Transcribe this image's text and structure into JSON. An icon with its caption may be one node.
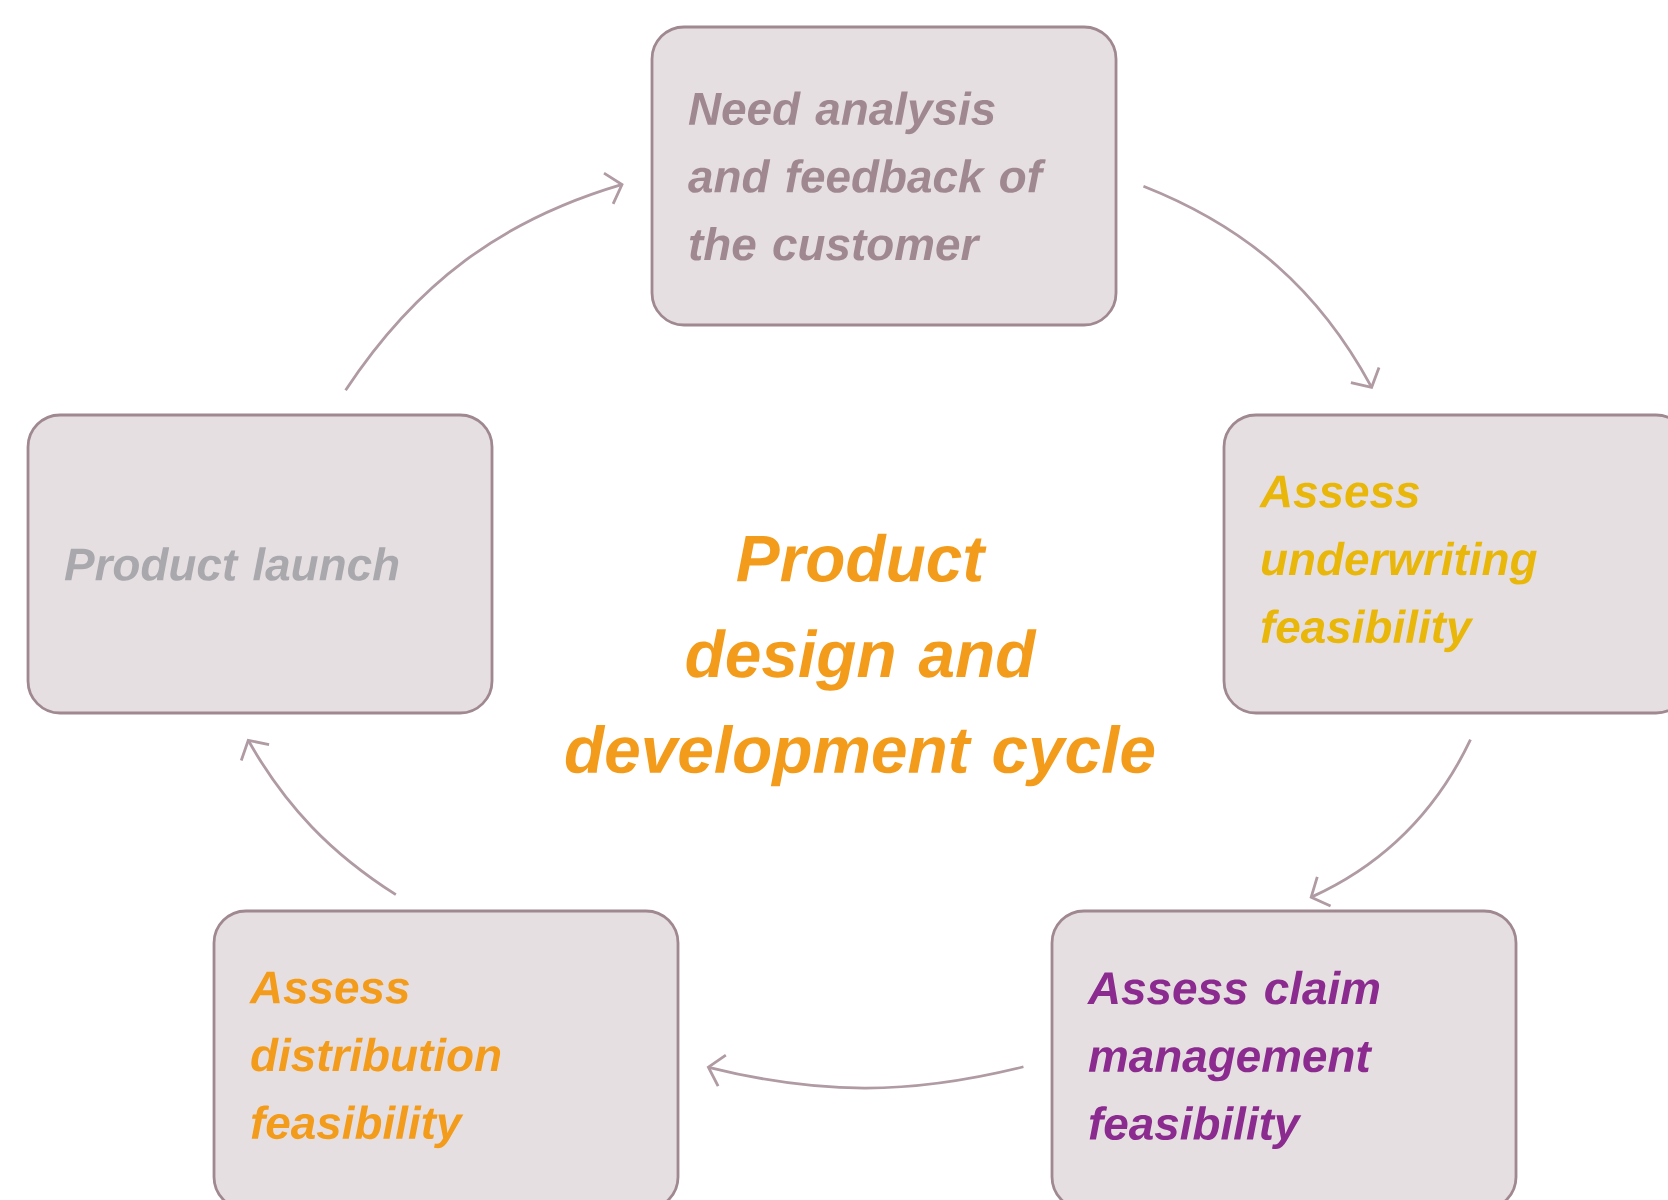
{
  "diagram": {
    "title": "Product design and development cycle",
    "nodes": [
      {
        "text": [
          "Need analysis and feedback of the customer"
        ]
      },
      {
        "text": [
          "Product launch"
        ]
      },
      {
        "text": [
          "Assess underwriting feasibility"
        ]
      },
      {
        "text": [
          "Assess distribution feasibility"
        ]
      },
      {
        "text": [
          "Assess claim management feasibility"
        ]
      }
    ],
    "edges": [
      {
        "from": 1,
        "to": 0,
        "arrow": "to"
      },
      {
        "from": 0,
        "to": 2,
        "arrow": "to"
      },
      {
        "from": 2,
        "to": 4,
        "arrow": "to"
      },
      {
        "from": 4,
        "to": 3,
        "arrow": "to"
      },
      {
        "from": 3,
        "to": 1,
        "arrow": "to"
      }
    ]
  }
}
